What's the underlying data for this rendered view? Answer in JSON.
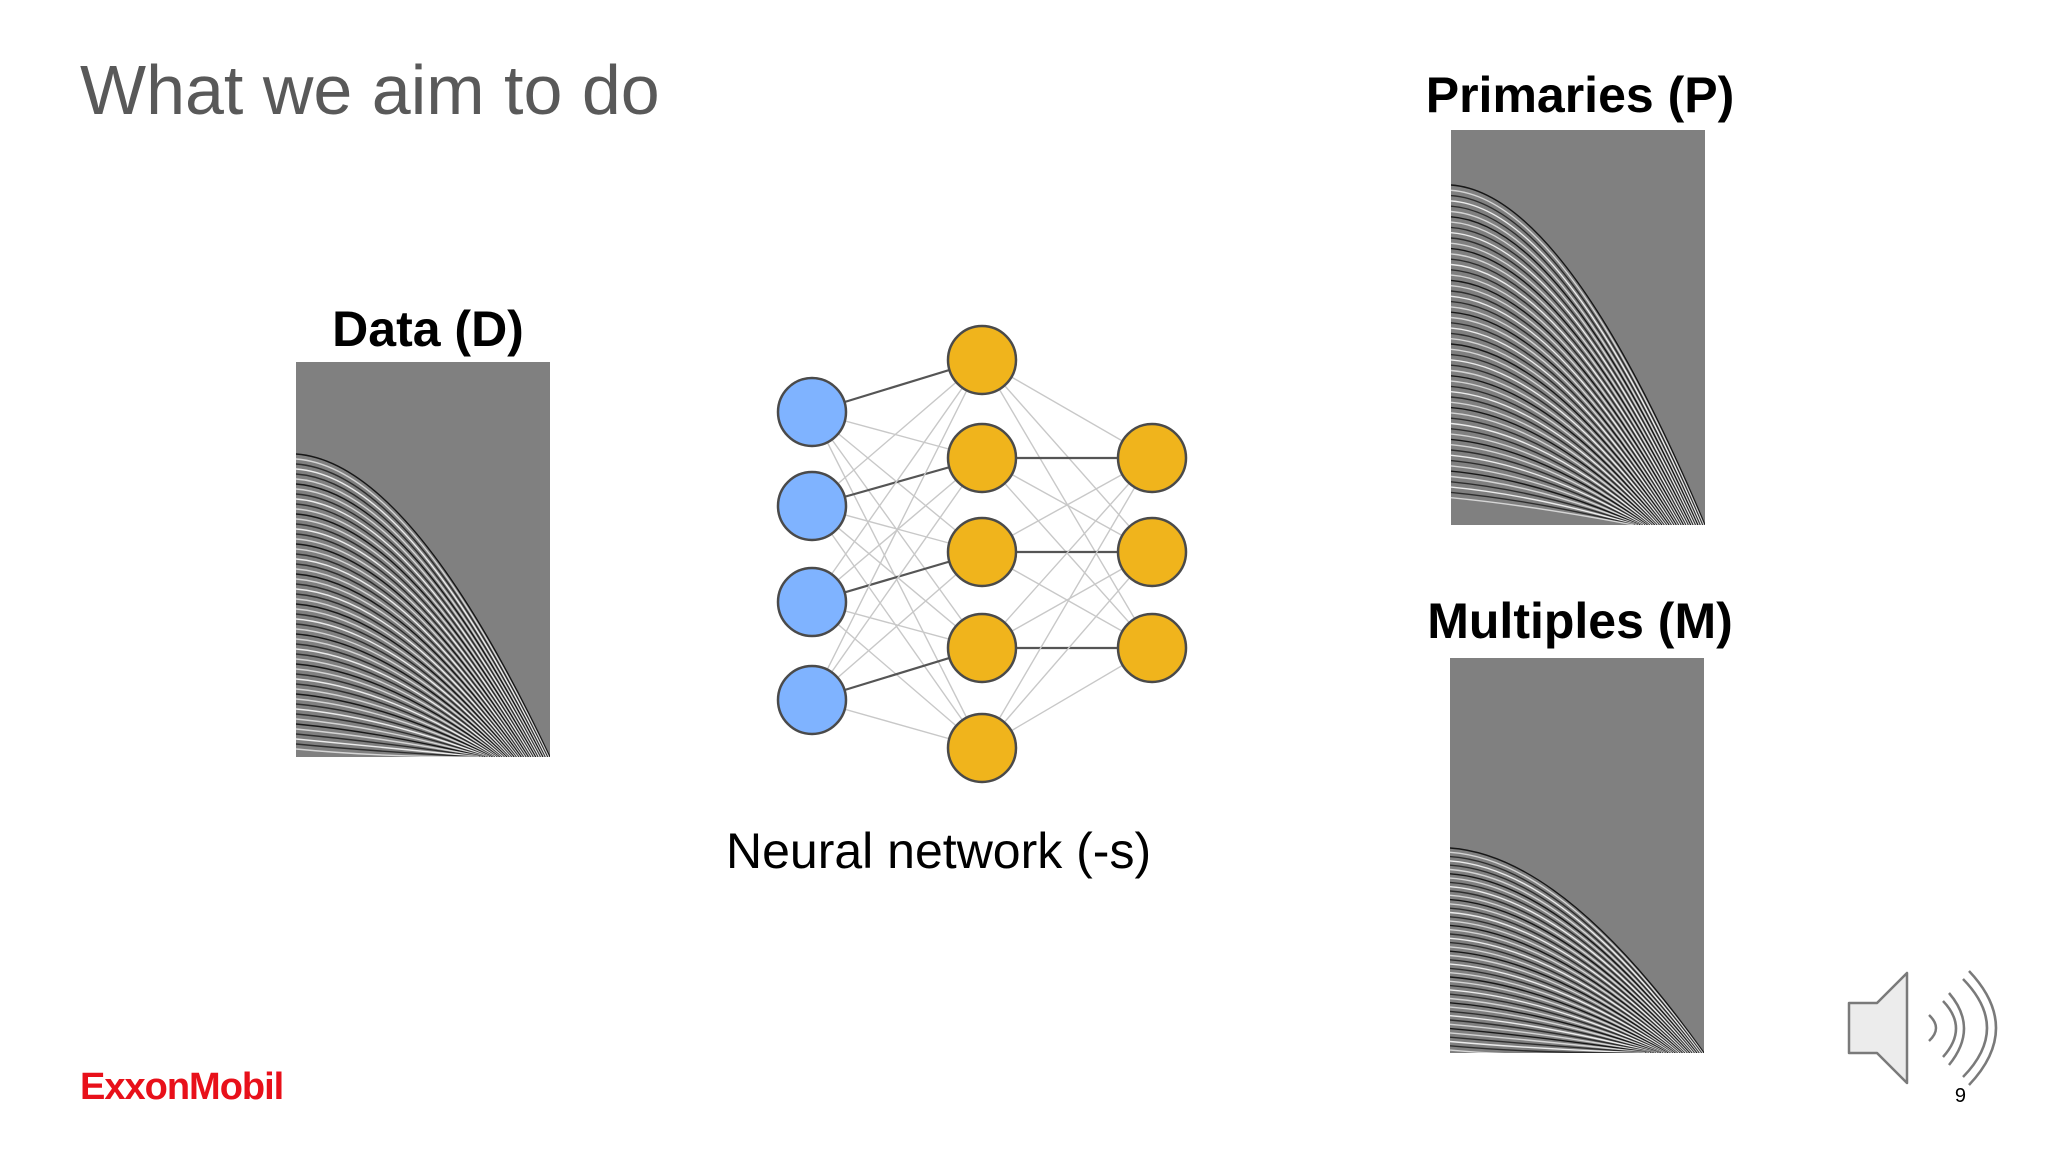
{
  "slide": {
    "title": "What we aim to do",
    "page_number": "9"
  },
  "panels": {
    "data_label": "Data (D)",
    "primaries_label": "Primaries (P)",
    "multiples_label": "Multiples (M)"
  },
  "network": {
    "caption": "Neural network (-s)",
    "layers": [
      4,
      5,
      3
    ],
    "input_color": "#7fb3ff",
    "hidden_color": "#f0b41c",
    "output_color": "#f0b41c"
  },
  "brand": {
    "logo_text": "ExxonMobil",
    "logo_color": "#e8101a"
  },
  "icons": {
    "audio": "speaker-icon"
  }
}
